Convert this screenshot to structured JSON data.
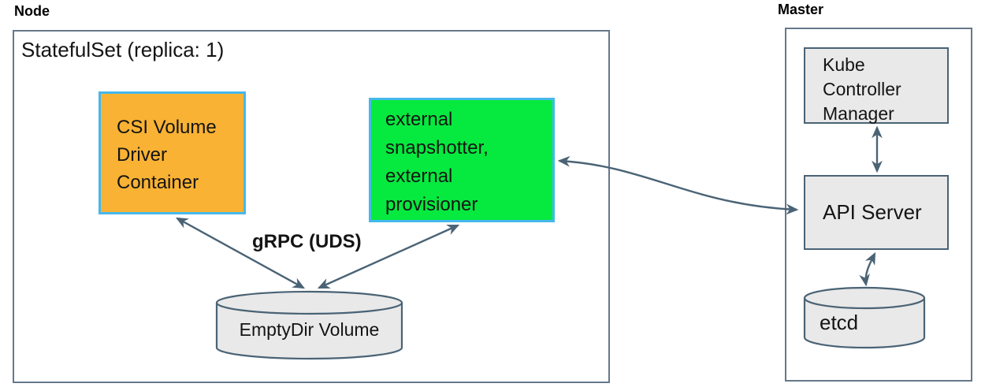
{
  "node": {
    "title": "Node",
    "statefulset_label": "StatefulSet (replica: 1)",
    "csi_box_label": "CSI Volume Driver Container",
    "sidecar_box_label": "external snapshotter, external provisioner",
    "grpc_label": "gRPC (UDS)",
    "emptydir_label": "EmptyDir Volume"
  },
  "master": {
    "title": "Master",
    "kcm_box_label": "Kube Controller Manager",
    "api_server_label": "API Server",
    "etcd_label": "etcd"
  },
  "connections": [
    {
      "from": "CSI Volume Driver Container",
      "to": "EmptyDir Volume",
      "bidirectional": true,
      "label": "gRPC (UDS)"
    },
    {
      "from": "external snapshotter, external provisioner",
      "to": "EmptyDir Volume",
      "bidirectional": true,
      "label": "gRPC (UDS)"
    },
    {
      "from": "external snapshotter, external provisioner",
      "to": "API Server",
      "bidirectional": true,
      "label": ""
    },
    {
      "from": "Kube Controller Manager",
      "to": "API Server",
      "bidirectional": true,
      "label": ""
    },
    {
      "from": "API Server",
      "to": "etcd",
      "bidirectional": true,
      "label": ""
    }
  ],
  "colors": {
    "csi_box_fill": "#F9B234",
    "sidecar_box_fill": "#06E93F",
    "highlight_border": "#45B8EC",
    "gray_fill": "#E9E9E9",
    "arrow_stroke": "#4A6375",
    "outer_border": "#66788A"
  }
}
